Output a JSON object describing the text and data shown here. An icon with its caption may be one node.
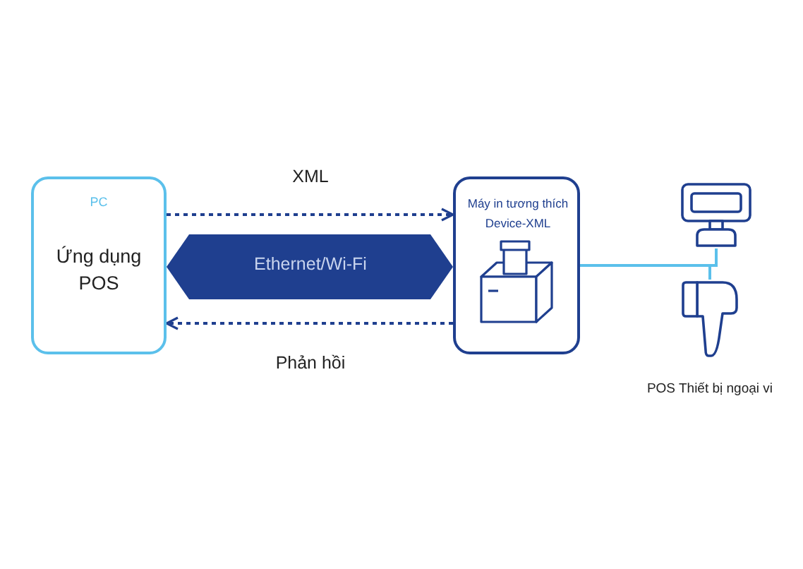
{
  "diagram": {
    "nodes": [
      {
        "text": [
          "PC",
          "Ứng dụng POS"
        ]
      },
      {
        "text": [
          "Máy in tương thích Device-XML"
        ]
      },
      {
        "text": [],
        "shape": "picture"
      },
      {
        "text": [],
        "shape": "picture",
        "beside": [
          "POS Thiết bị ngoại vi"
        ]
      }
    ],
    "edges": [
      {
        "from": 0,
        "to": 1,
        "arrow": "to",
        "label": "XML",
        "style": "dashed"
      },
      {
        "from": 0,
        "to": 1,
        "arrow": "both",
        "label": "Ethernet/Wi-Fi",
        "style": "thick"
      },
      {
        "from": 1,
        "to": 0,
        "arrow": "to",
        "label": "Phản hồi",
        "style": "dashed"
      },
      {
        "from": 1,
        "to": 2,
        "arrow": "none",
        "color": "#5bc0eb"
      },
      {
        "from": 1,
        "to": 3,
        "arrow": "none",
        "color": "#5bc0eb"
      }
    ]
  }
}
